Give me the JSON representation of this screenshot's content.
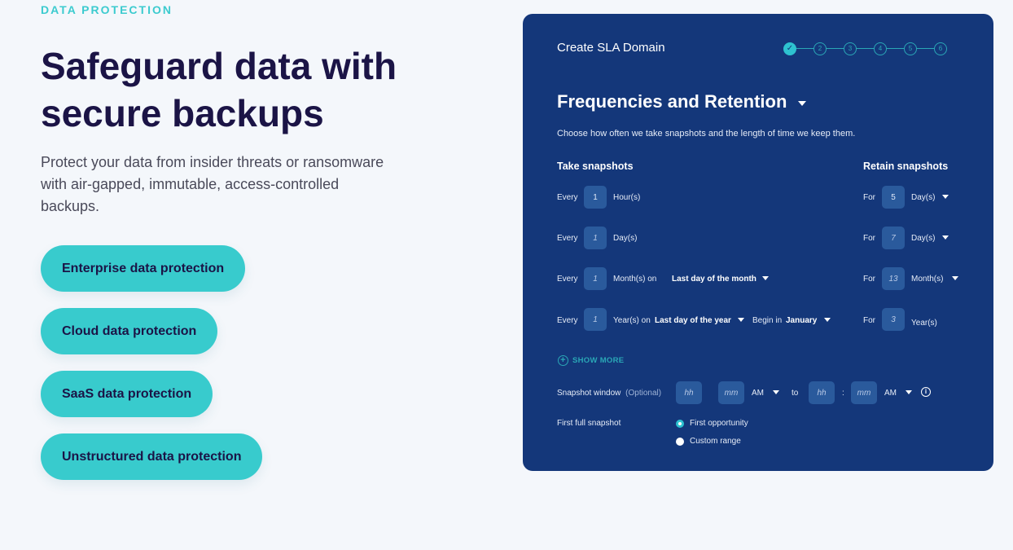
{
  "eyebrow": "DATA PROTECTION",
  "headline": "Safeguard data with secure backups",
  "description": "Protect your data from insider threats or ransomware with air-gapped, immutable, access-controlled backups.",
  "buttons": [
    {
      "label": "Enterprise data protection"
    },
    {
      "label": "Cloud data protection"
    },
    {
      "label": "SaaS data protection"
    },
    {
      "label": "Unstructured data protection"
    }
  ],
  "panel": {
    "title": "Create SLA Domain",
    "steps": [
      "✓",
      "2",
      "3",
      "4",
      "5",
      "6"
    ],
    "current_step": 2,
    "section_title": "Frequencies and Retention",
    "subtitle": "Choose how often we take snapshots and the length of time we keep them.",
    "take_header": "Take snapshots",
    "retain_header": "Retain snapshots",
    "rows": [
      {
        "every": "Every",
        "value": "1",
        "unit": "Hour(s)",
        "for": "For",
        "retain": "5",
        "retain_unit": "Day(s)"
      },
      {
        "every": "Every",
        "value": "1",
        "unit": "Day(s)",
        "for": "For",
        "retain": "7",
        "retain_unit": "Day(s)"
      },
      {
        "every": "Every",
        "value": "1",
        "unit": "Month(s) on",
        "option": "Last day of the month",
        "for": "For",
        "retain": "13",
        "retain_unit": "Month(s)"
      },
      {
        "every": "Every",
        "value": "1",
        "unit": "Year(s) on",
        "option": "Last day of the year",
        "begin_label": "Begin in",
        "begin_value": "January",
        "for": "For",
        "retain": "3",
        "retain_unit": "Year(s)"
      }
    ],
    "show_more": "SHOW MORE",
    "snapshot_window": {
      "label": "Snapshot window",
      "optional": "(Optional)",
      "hh_placeholder": "hh",
      "mm_placeholder": "mm",
      "ampm_start": "AM",
      "to": "to",
      "colon": ":",
      "ampm_end": "AM",
      "info_glyph": "i"
    },
    "first_full": {
      "label": "First full snapshot",
      "options": [
        "First opportunity",
        "Custom range"
      ],
      "selected": "First opportunity"
    }
  },
  "colors": {
    "accent": "#38cbcd",
    "panel_bg": "#14377a",
    "heading": "#1b1446",
    "step_teal": "#2aa7b6"
  },
  "icons": [
    "check-icon",
    "chevron-down-icon",
    "plus-circle-icon",
    "info-icon",
    "radio-icon"
  ]
}
